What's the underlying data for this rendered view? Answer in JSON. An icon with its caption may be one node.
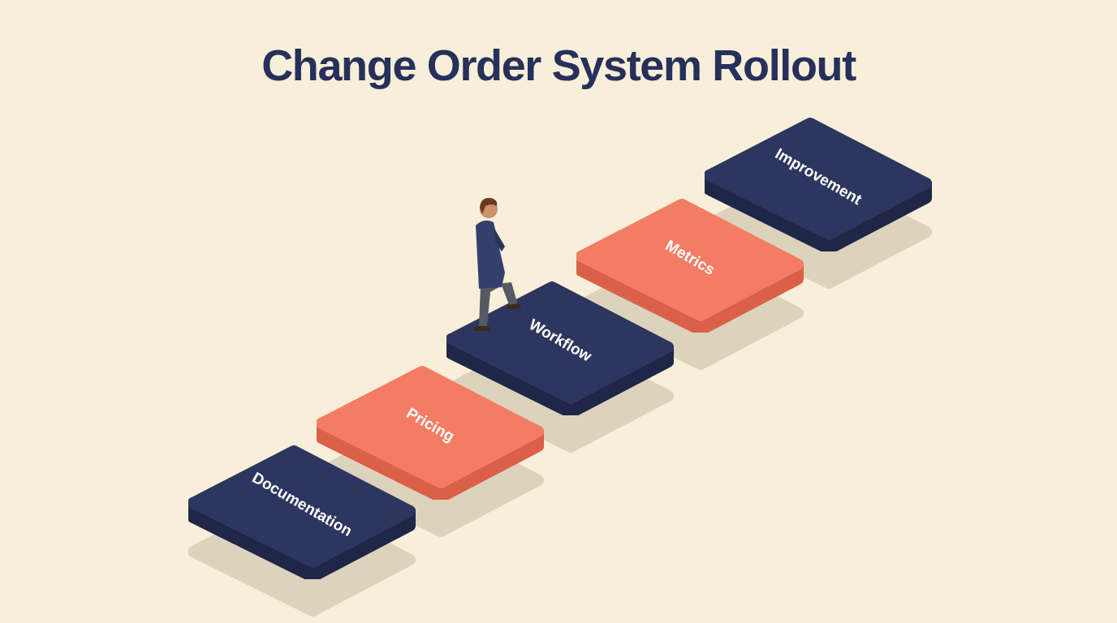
{
  "diagram": {
    "title": "Change Order System Rollout",
    "nodes": [
      {
        "text": [
          "Documentation"
        ]
      },
      {
        "text": [
          "Pricing"
        ]
      },
      {
        "text": [
          "Workflow"
        ]
      },
      {
        "text": [
          "Metrics"
        ]
      },
      {
        "text": [
          "Improvement"
        ]
      }
    ]
  }
}
